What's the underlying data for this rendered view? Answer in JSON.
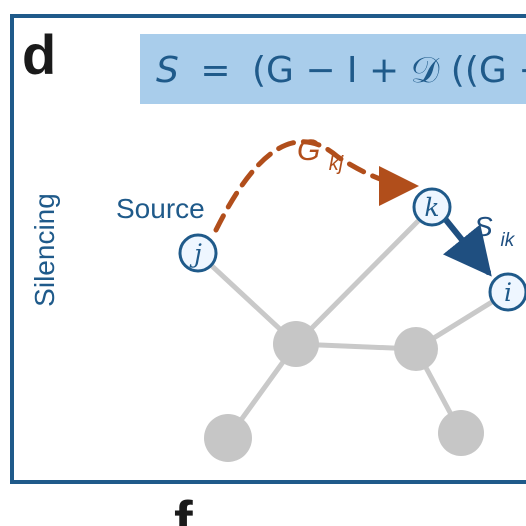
{
  "panel": {
    "letter": "d",
    "next_letter": "f",
    "side_label": "Silencing"
  },
  "formula": {
    "lhs": "S",
    "equals": "=",
    "rhs": "(G − I + 𝒟 ((G − I)G)"
  },
  "labels": {
    "source": "Source",
    "edge_g_main": "G",
    "edge_g_sub": "kj",
    "edge_s_main": "S",
    "edge_s_sub": "ik"
  },
  "nodes": {
    "j": "j",
    "k": "k",
    "i": "i"
  },
  "colors": {
    "frame": "#1f5a8a",
    "formula_bg": "#a9cdeb",
    "formula_text": "#1f5a8a",
    "gray_node": "#c6c6c6",
    "gray_edge": "#c9c9c9",
    "highlight_node_fill": "#eef6ff",
    "highlight_node_stroke": "#1f5a8a",
    "orange_arrow": "#b14e1b",
    "blue_arrow": "#1f4f80",
    "text_dark": "#1a1a1a"
  }
}
